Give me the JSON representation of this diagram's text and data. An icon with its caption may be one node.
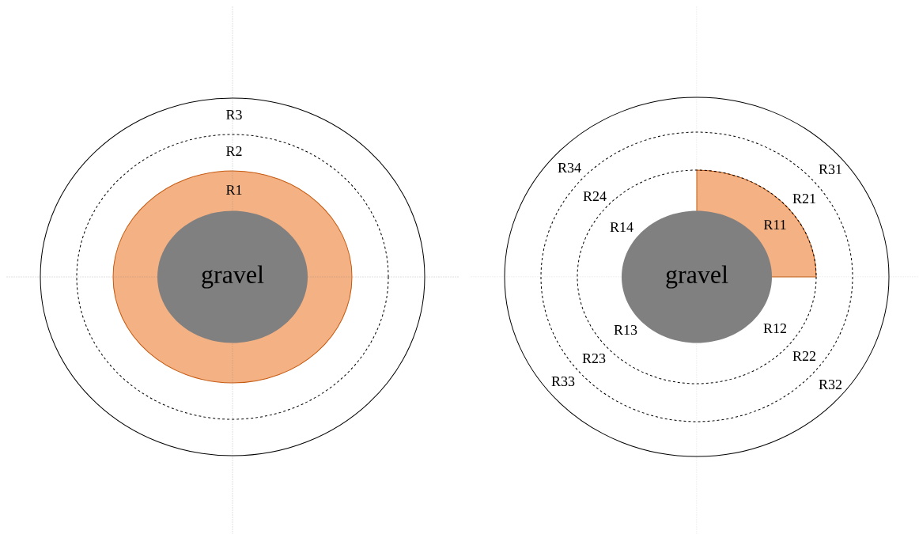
{
  "diagram": {
    "nodes": [
      {
        "text": [
          "gravel"
        ]
      },
      {
        "text": [
          "gravel"
        ]
      }
    ],
    "labels": [
      "R3",
      "R2",
      "R1",
      "R34",
      "R31",
      "R24",
      "R21",
      "R14",
      "R11",
      "R13",
      "R12",
      "R23",
      "R22",
      "R33",
      "R32"
    ]
  }
}
